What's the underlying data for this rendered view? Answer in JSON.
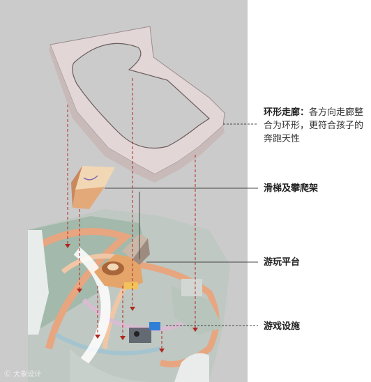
{
  "labels": {
    "ring_corridor": {
      "title": "环形走廊：",
      "desc": "各方向走廊整合为环形，更符合孩子的奔跑天性"
    },
    "slide_climbing": {
      "title": "滑梯及攀爬架"
    },
    "play_platform": {
      "title": "游玩平台"
    },
    "game_facilities": {
      "title": "游戏设施"
    }
  },
  "watermark": "Ⓒ 大象设计",
  "colors": {
    "background": "#cbcbcb",
    "ring_plate": "#e2d6d6",
    "dashed_guide": "#b0281e",
    "leader_line": "#444444",
    "accent_orange": "#e89a5a"
  }
}
